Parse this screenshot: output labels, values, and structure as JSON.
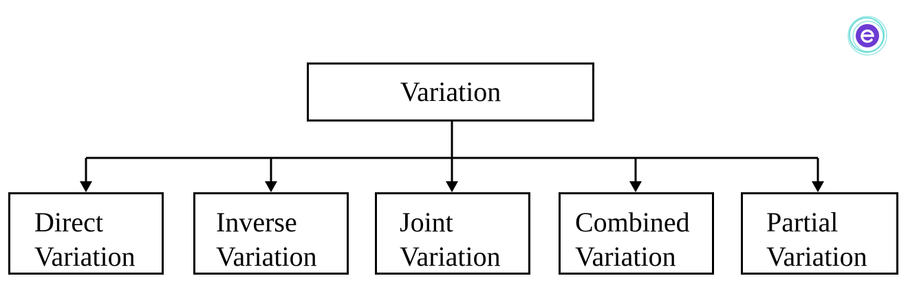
{
  "root": {
    "label": "Variation"
  },
  "children": [
    {
      "line1": "Direct",
      "line2": "Variation"
    },
    {
      "line1": "Inverse",
      "line2": "Variation"
    },
    {
      "line1": "Joint",
      "line2": "Variation"
    },
    {
      "line1": "Combined",
      "line2": "Variation"
    },
    {
      "line1": "Partial",
      "line2": "Variation"
    }
  ],
  "colors": {
    "line": "#000000",
    "background": "#ffffff",
    "logo_inner": "#6c3bd3",
    "logo_outer": "#4fd6d0"
  },
  "icons": {
    "brand": "e-logo-icon"
  }
}
